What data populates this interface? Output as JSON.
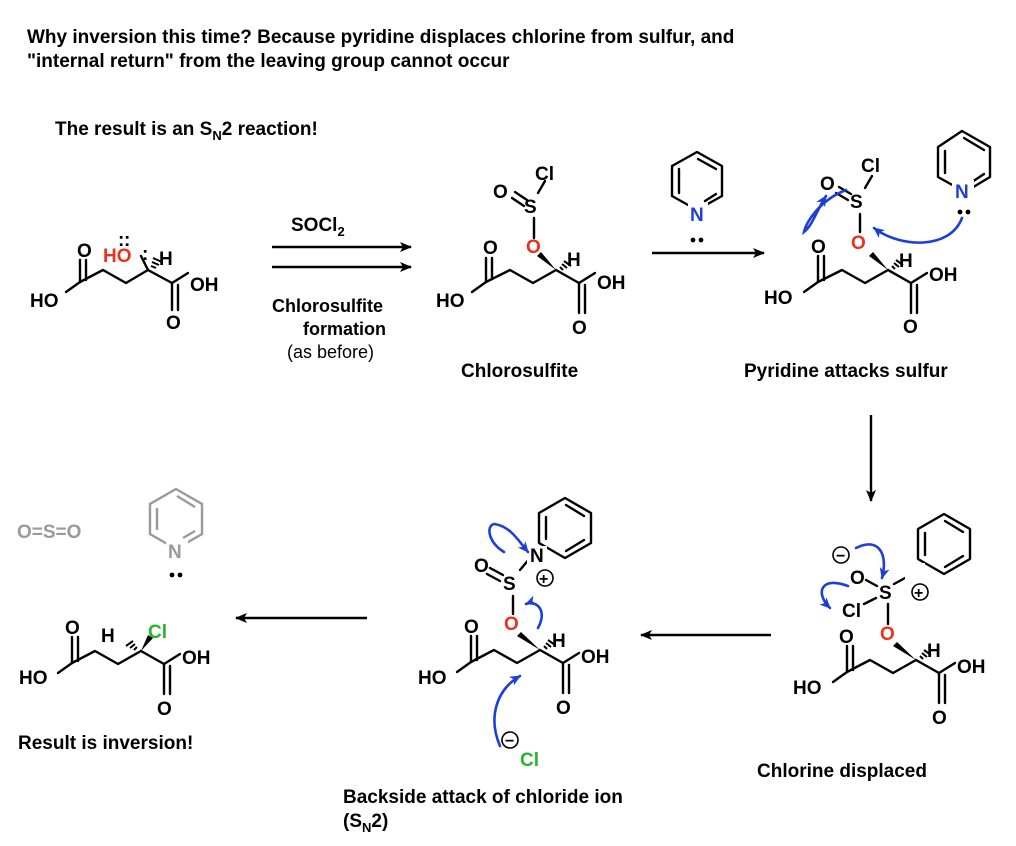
{
  "header": {
    "line1": "Why inversion this time? Because pyridine displaces chlorine from sulfur, and",
    "line2": "\"internal return\" from the leaving group cannot occur"
  },
  "result_note": {
    "prefix": "The result is an S",
    "sub": "N",
    "suffix": "2 reaction!"
  },
  "step1": {
    "reagent_prefix": "SOCl",
    "reagent_sub": "2",
    "label_line1": "Chlorosulfite",
    "label_line2": "formation",
    "label_line3": "(as before)"
  },
  "captions": {
    "chlorosulfite": "Chlorosulfite",
    "pyridine_attack": "Pyridine attacks sulfur",
    "chlorine_displaced": "Chlorine displaced",
    "backside_line1": "Backside attack of chloride ion",
    "backside_line2_a": "(S",
    "backside_line2_sub": "N",
    "backside_line2_b": "2)",
    "result": "Result is inversion!"
  },
  "atoms": {
    "O": "O",
    "HO": "HO",
    "OH": "OH",
    "H": "H",
    "Cl": "Cl",
    "S": "S",
    "N": "N",
    "plus": "+",
    "minus": "−",
    "lone_pair": ":",
    "so2": "O=S=O"
  },
  "colors": {
    "oxygen_highlight": "#e8321e",
    "nitrogen": "#1d3fd6",
    "chlorine": "#26b52a",
    "arrow_blue": "#1d3fd6",
    "byproduct_gray": "#9a9a9a"
  }
}
